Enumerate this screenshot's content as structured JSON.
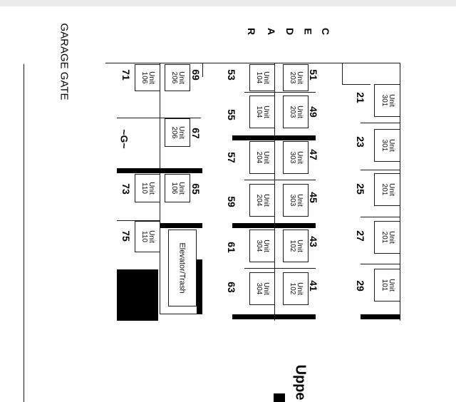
{
  "street_letters": [
    "C",
    "E",
    "D",
    "A",
    "R"
  ],
  "garage_gate": "GARAGE GATE",
  "g_marker": "~G~",
  "elevator_label": "Elevator/Trash",
  "partial_text": "Uppe",
  "unit_word": "Unit",
  "top_row": [
    {
      "space": "21",
      "unit": "301"
    },
    {
      "space": "23",
      "unit": "301"
    },
    {
      "space": "25",
      "unit": "201"
    },
    {
      "space": "27",
      "unit": "201"
    },
    {
      "space": "29",
      "unit": "101"
    }
  ],
  "middle_row": [
    {
      "top_space": "51",
      "bottom_space": "53",
      "unit_a": "203",
      "unit_b": "104"
    },
    {
      "top_space": "49",
      "bottom_space": "55",
      "unit_a": "203",
      "unit_b": "104"
    },
    {
      "top_space": "47",
      "bottom_space": "57",
      "unit_a": "303",
      "unit_b": "204"
    },
    {
      "top_space": "45",
      "bottom_space": "59",
      "unit_a": "303",
      "unit_b": "204"
    },
    {
      "top_space": "43",
      "bottom_space": "61",
      "unit_a": "102",
      "unit_b": "304"
    },
    {
      "top_space": "41",
      "bottom_space": "63",
      "unit_a": "102",
      "unit_b": "304"
    }
  ],
  "bottom_row": [
    {
      "top_space": "69",
      "bottom_space": "71",
      "unit_a": "206",
      "unit_b": "106"
    },
    {
      "top_space": "67",
      "unit_a": "206"
    },
    {
      "top_space": "65",
      "bottom_space": "73",
      "unit_a": "106",
      "unit_b": "110"
    },
    {
      "bottom_space": "75",
      "unit_b": "110"
    }
  ]
}
